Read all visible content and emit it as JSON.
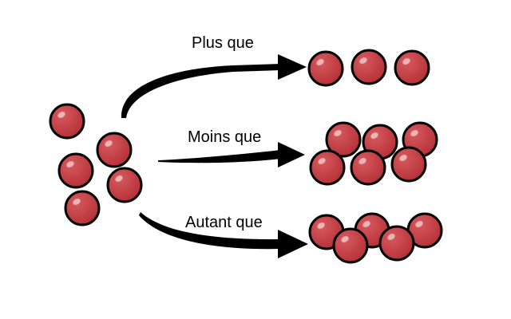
{
  "colors": {
    "ball_fill": "#c23a3f",
    "ball_stroke": "#000000",
    "highlight": "#f2c4c4",
    "arrow": "#000000",
    "background": "#ffffff"
  },
  "source_group": {
    "ball_count": 5
  },
  "comparisons": [
    {
      "label": "Plus que",
      "ball_count": 3
    },
    {
      "label": "Moins que",
      "ball_count": 6
    },
    {
      "label": "Autant que",
      "ball_count": 5
    }
  ]
}
